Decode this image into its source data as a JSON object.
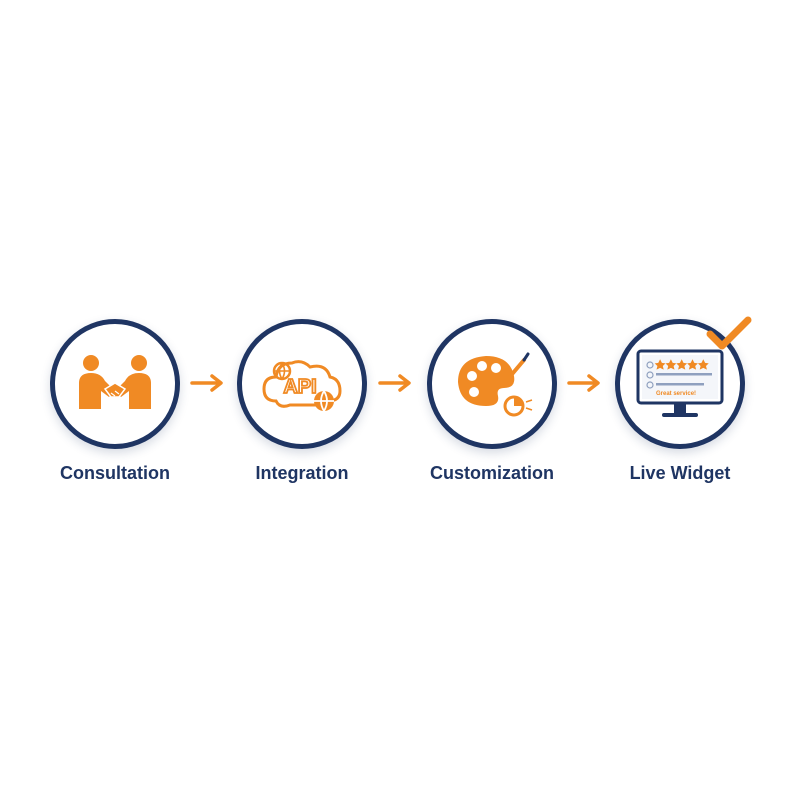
{
  "colors": {
    "ring": "#1f3563",
    "accent": "#f08a24",
    "text": "#1f3563"
  },
  "steps": [
    {
      "label": "Consultation",
      "icon": "handshake-icon"
    },
    {
      "label": "Integration",
      "icon": "api-cloud-icon",
      "icon_text": "API"
    },
    {
      "label": "Customization",
      "icon": "palette-icon"
    },
    {
      "label": "Live Widget",
      "icon": "monitor-review-icon",
      "icon_text": "Great service!",
      "rating_stars": 5
    }
  ],
  "connectors": [
    "arrow-right-icon",
    "arrow-right-icon",
    "arrow-right-icon"
  ]
}
